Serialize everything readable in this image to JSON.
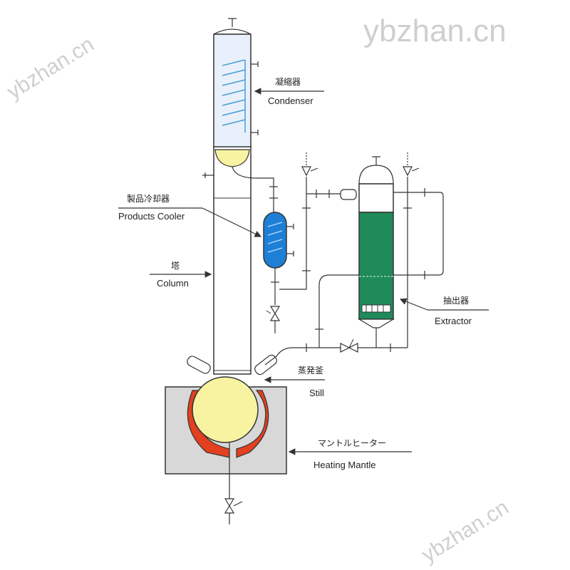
{
  "watermark": "ybzhan.cn",
  "colors": {
    "line": "#333333",
    "liquid_yellow": "#f7f3a0",
    "coolant_blue": "#1e7fd6",
    "extractor_green": "#1f8a5a",
    "mantle_red": "#e2401e",
    "mantle_box": "#d8d8d8"
  },
  "labels": {
    "condenser": {
      "jp": "凝縮器",
      "en": "Condenser"
    },
    "products_cooler": {
      "jp": "製品冷却器",
      "en": "Products Cooler"
    },
    "column": {
      "jp": "塔",
      "en": "Column"
    },
    "extractor": {
      "jp": "抽出器",
      "en": "Extractor"
    },
    "still": {
      "jp": "蒸発釜",
      "en": "Still"
    },
    "heating_mantle": {
      "jp": "マントルヒーター",
      "en": "Heating Mantle"
    }
  }
}
